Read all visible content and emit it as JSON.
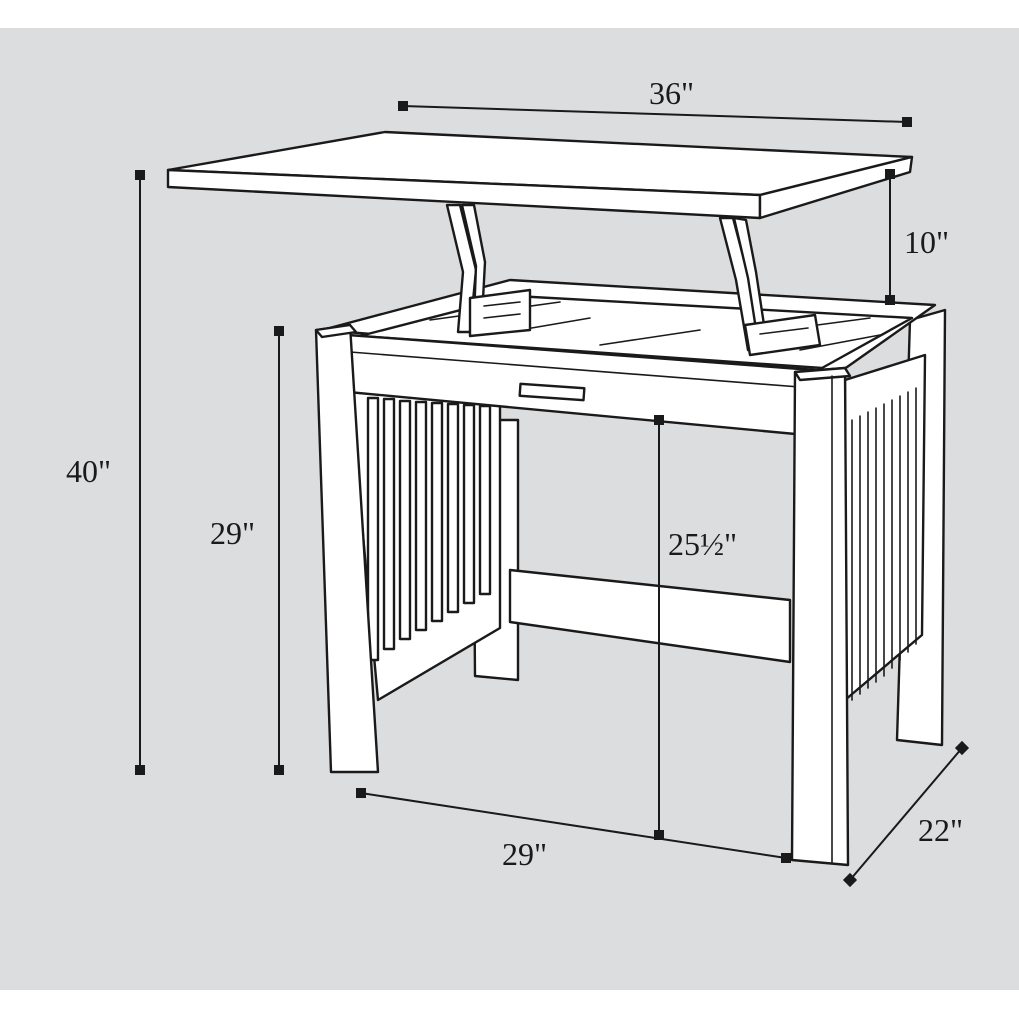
{
  "figure": {
    "background": "#dcdddf",
    "line_color": "#1a1a1a",
    "fill_color": "#ffffff"
  },
  "dimensions": {
    "top_width": "36\"",
    "lift_height": "10\"",
    "overall_height": "40\"",
    "table_height": "29\"",
    "knee_clearance": "25½\"",
    "base_width": "29\"",
    "depth": "22\""
  }
}
